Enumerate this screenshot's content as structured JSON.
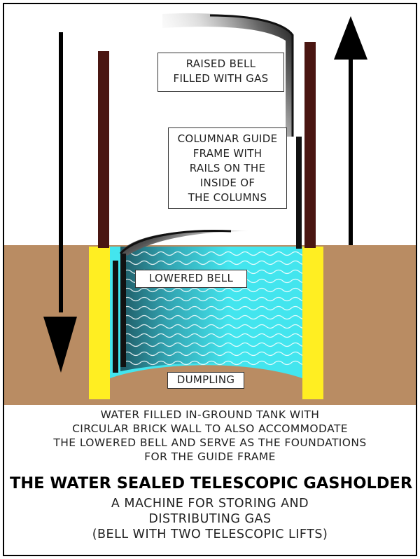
{
  "labels": {
    "raised_bell": "RAISED BELL\nFILLED WITH GAS",
    "guide_frame": "COLUMNAR GUIDE\nFRAME WITH\nRAILS ON THE\nINSIDE OF\nTHE COLUMNS",
    "lowered_bell": "LOWERED BELL",
    "dumpling": "DUMPLING"
  },
  "caption": {
    "tank_description": "WATER FILLED IN-GROUND TANK WITH\nCIRCULAR BRICK WALL TO ALSO ACCOMMODATE\nTHE LOWERED BELL AND SERVE AS THE FOUNDATIONS\nFOR THE GUIDE FRAME",
    "title": "THE WATER SEALED TELESCOPIC GASHOLDER",
    "subtitle": "A MACHINE FOR STORING AND\nDISTRIBUTING GAS\n(BELL WITH TWO TELESCOPIC LIFTS)"
  },
  "colors": {
    "ground": "#b98c63",
    "water": "#43e5ee",
    "brick_wall": "#ffee22",
    "guide_column": "#4a1612",
    "arrow": "#000000",
    "border": "#000000"
  }
}
